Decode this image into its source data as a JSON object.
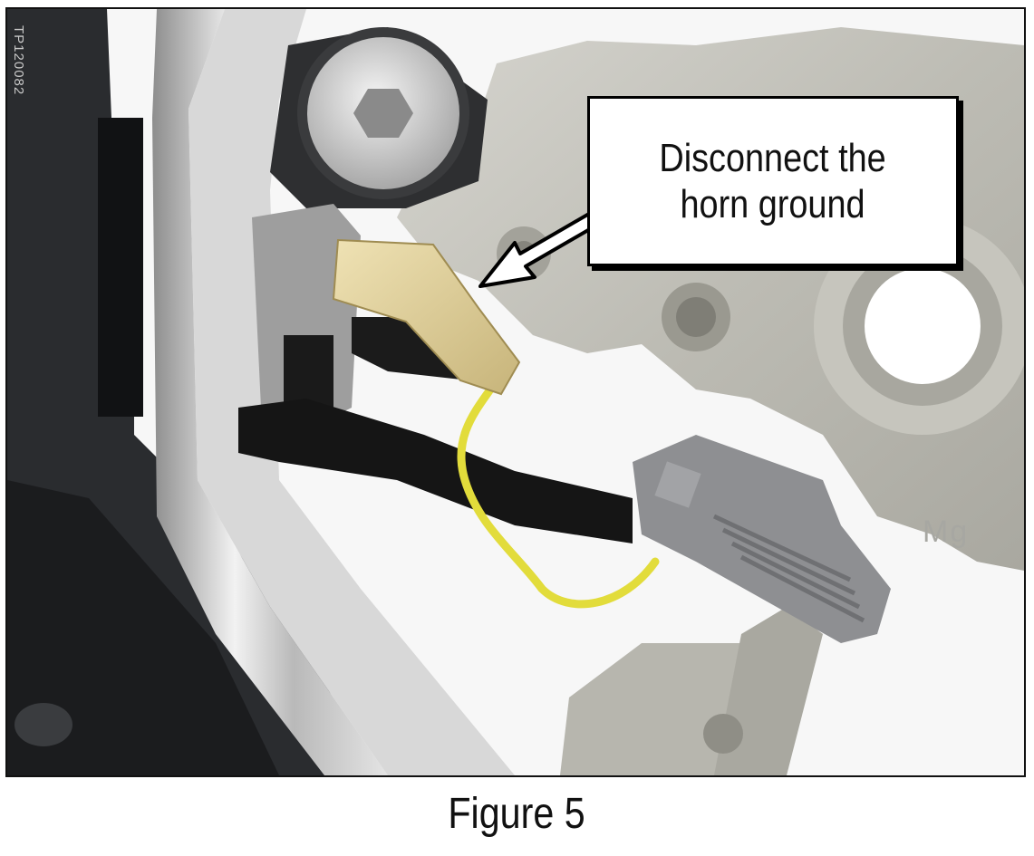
{
  "photo": {
    "plate_id": "TP120082",
    "cast_mark": "Mg"
  },
  "callout": {
    "line1": "Disconnect the",
    "line2": "horn ground"
  },
  "caption": "Figure 5"
}
